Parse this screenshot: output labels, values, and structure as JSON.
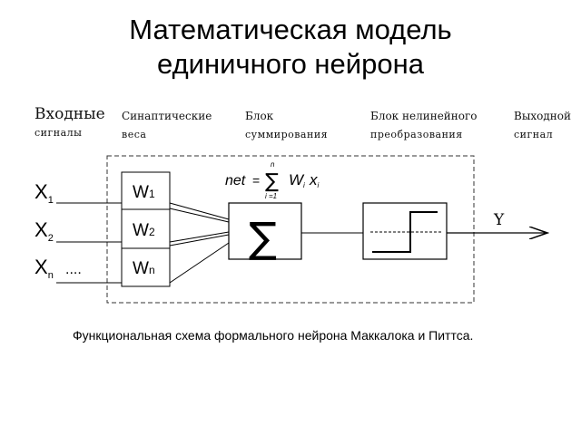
{
  "title": {
    "line1": "Математическая модель",
    "line2": "единичного нейрона"
  },
  "headers": {
    "inputs": {
      "line1": "Входные",
      "line2": "сигналы"
    },
    "weights": {
      "line1": "Синаптические",
      "line2": "веса"
    },
    "sum_block": {
      "line1": "Блок",
      "line2": "суммирования"
    },
    "nonlinear_block": {
      "line1": "Блок нелинейного",
      "line2": "преобразования"
    },
    "output": {
      "line1": "Выходной",
      "line2": "сигнал"
    }
  },
  "inputs": [
    {
      "base": "X",
      "sub": "1"
    },
    {
      "base": "X",
      "sub": "2"
    },
    {
      "base": "X",
      "sub": "n"
    }
  ],
  "ellipsis": "....",
  "weights": [
    {
      "base": "W",
      "sub": "1"
    },
    {
      "base": "W",
      "sub": "2"
    },
    {
      "base": "W",
      "sub": "n"
    }
  ],
  "formula": {
    "lhs": "net",
    "eq": "=",
    "upper": "n",
    "lower": "i =1",
    "w": "W",
    "x": "x",
    "idx": "i"
  },
  "sum_symbol": "∑",
  "output_label": "Y",
  "caption": "Функциональная схема формального нейрона Маккалока и Питтса."
}
